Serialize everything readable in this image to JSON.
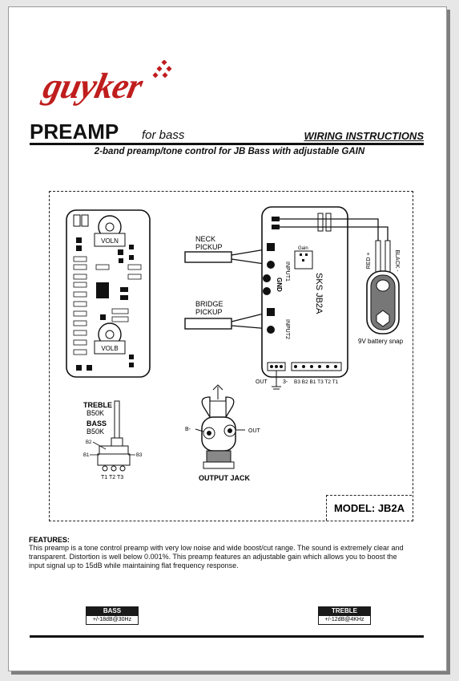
{
  "brand": {
    "logo_text": "guyker"
  },
  "header": {
    "title": "PREAMP",
    "title_suffix": "for bass",
    "section": "WIRING INSTRUCTIONS",
    "subtitle": "2-band preamp/tone control for JB Bass with adjustable GAIN"
  },
  "diagram": {
    "board_left": {
      "pot_top_label": "VOLN",
      "pot_bottom_label": "VOLB"
    },
    "board_right": {
      "name": "SKS JB2A",
      "gain_label": "Gain",
      "gnd_label": "GND",
      "input1": "INPUT1",
      "input2": "INPUT2"
    },
    "neck_pickup": [
      "NECK",
      "PICKUP"
    ],
    "bridge_pickup": [
      "BRIDGE",
      "PICKUP"
    ],
    "battery": {
      "red": "RED +",
      "black": "BLACK -",
      "label": "9V battery snap"
    },
    "terminals": {
      "out": "OUT",
      "minus": "3-",
      "bass_treble": "B3 B2 B1 T3 T2 T1"
    },
    "pot": {
      "treble": "TREBLE",
      "treble_value": "B50K",
      "bass": "BASS",
      "bass_value": "B50K",
      "b2": "B2",
      "b1": "B1",
      "b3": "B3",
      "t_row": "T1 T2 T3"
    },
    "jack": {
      "title": "OUTPUT JACK",
      "left": "B-",
      "right": "OUT"
    },
    "model": "MODEL: JB2A"
  },
  "features": {
    "heading": "FEATURES:",
    "text": "This preamp is a tone control preamp with very low noise and wide boost/cut range. The sound is extremely clear and transparent. Distortion is well below 0.001%. This preamp features an adjustable gain which allows you to boost the input signal up to 15dB while maintaining flat frequency response."
  },
  "specs": {
    "bass": {
      "label": "BASS",
      "value": "+/-18dB@30Hz"
    },
    "treble": {
      "label": "TREBLE",
      "value": "+/-12dB@4KHz"
    }
  },
  "colors": {
    "logo_red": "#c01d1d",
    "ink": "#111111"
  }
}
